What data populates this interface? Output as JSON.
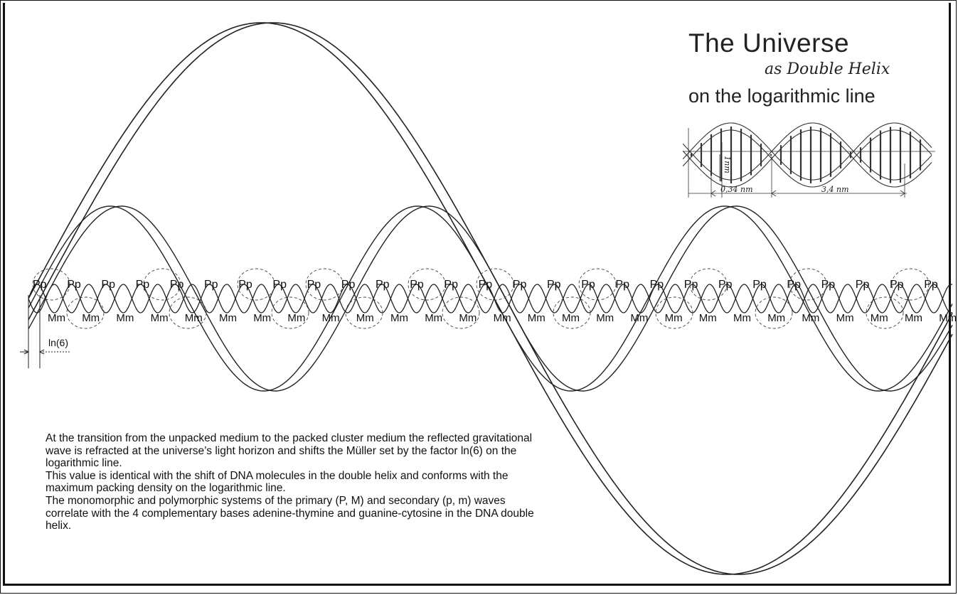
{
  "title": {
    "line1": "The Universe",
    "line2": "as Double Helix",
    "line3": "on the logarithmic line"
  },
  "inset": {
    "label_small": "0,34 nm",
    "label_large": "3,4 nm",
    "label_vertical": "1nm"
  },
  "shift_label": "ln(6)",
  "wave_labels": {
    "upper": "Pp",
    "lower": "Mm",
    "upper_count": 27,
    "lower_count": 27
  },
  "description": {
    "paragraph1": "At the transition from the unpacked medium to the packed cluster medium the reflected gravitational wave is refracted at the universe’s light horizon and shifts the Müller set by the factor ln(6) on the logarithmic line.",
    "paragraph2": "This value is identical with the shift of DNA molecules in the double helix and conforms with the maximum packing density on the logarithmic line.",
    "paragraph3": "The monomorphic and polymorphic systems of the primary (P, M) and secondary (p, m) waves correlate with the 4 complementary bases adenine-thymine and guanine-cytosine in the DNA double helix."
  },
  "colors": {
    "ink": "#222222",
    "paper": "#ffffff"
  }
}
